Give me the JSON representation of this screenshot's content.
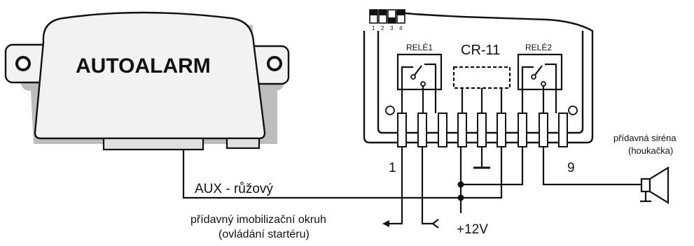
{
  "alarm": {
    "title": "AUTOALARM"
  },
  "module": {
    "title": "CR-11",
    "relay1": "RELÉ1",
    "relay2": "RELÉ2",
    "dip_numbers": [
      "1",
      "2",
      "3",
      "4"
    ],
    "pin_first": "1",
    "pin_last": "9"
  },
  "wires": {
    "aux": "AUX - růžový",
    "power": "+12V"
  },
  "immobilizer": {
    "line1": "přídavný imobilizační okruh",
    "line2": "(ovládání startéru)"
  },
  "siren": {
    "line1": "přídavná siréna",
    "line2": "(houkačka)"
  }
}
